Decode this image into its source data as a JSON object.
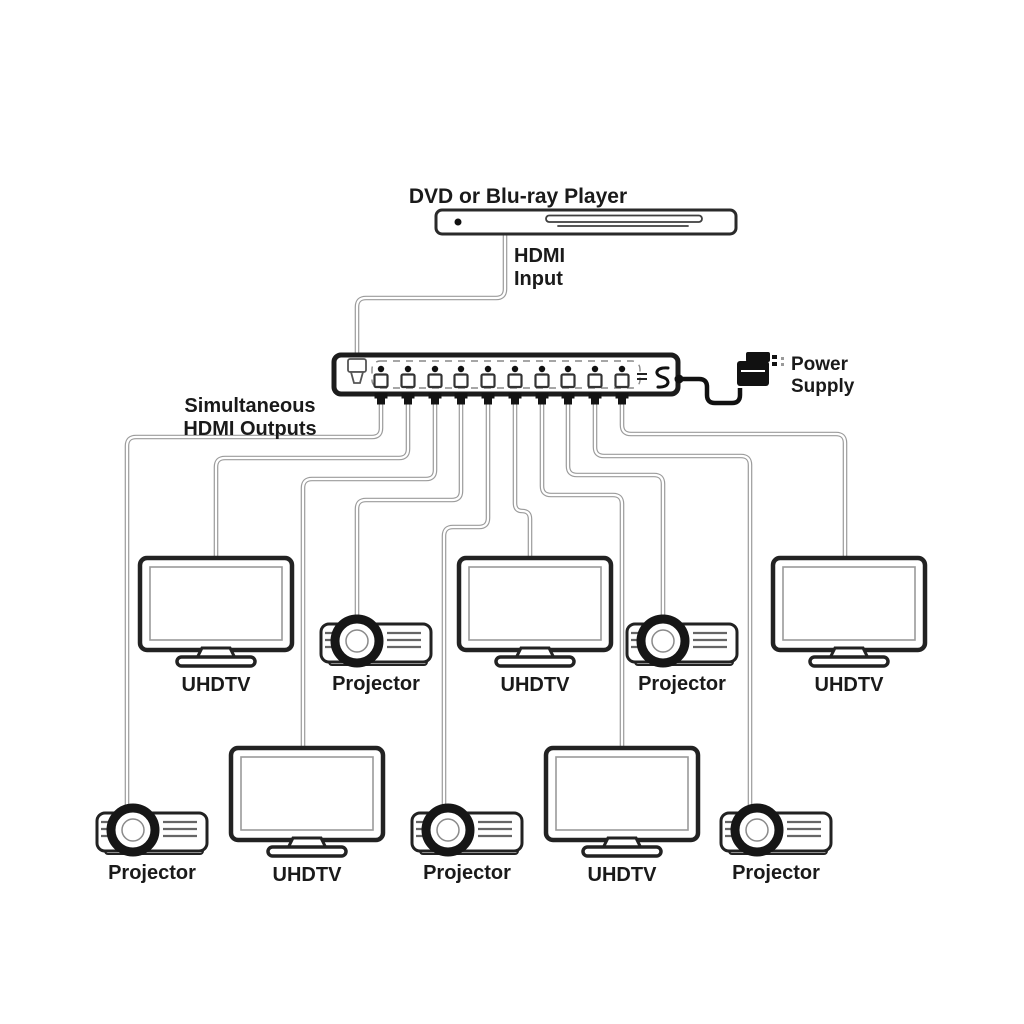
{
  "labels": {
    "source_device": "DVD or Blu-ray Player",
    "hdmi_input": [
      "HDMI",
      "Input"
    ],
    "hdmi_outputs": [
      "Simultaneous",
      "HDMI Outputs"
    ],
    "power_supply": [
      "Power",
      "Supply"
    ]
  },
  "splitter": {
    "output_ports": 10
  },
  "devices": {
    "row1": [
      "UHDTV",
      "Projector",
      "UHDTV",
      "Projector",
      "UHDTV"
    ],
    "row2": [
      "Projector",
      "UHDTV",
      "Projector",
      "UHDTV",
      "Projector"
    ]
  },
  "colors": {
    "outline": "#222222",
    "cable": "#9b9b9b",
    "power_cable": "#111111",
    "text": "#1a1a1a"
  }
}
